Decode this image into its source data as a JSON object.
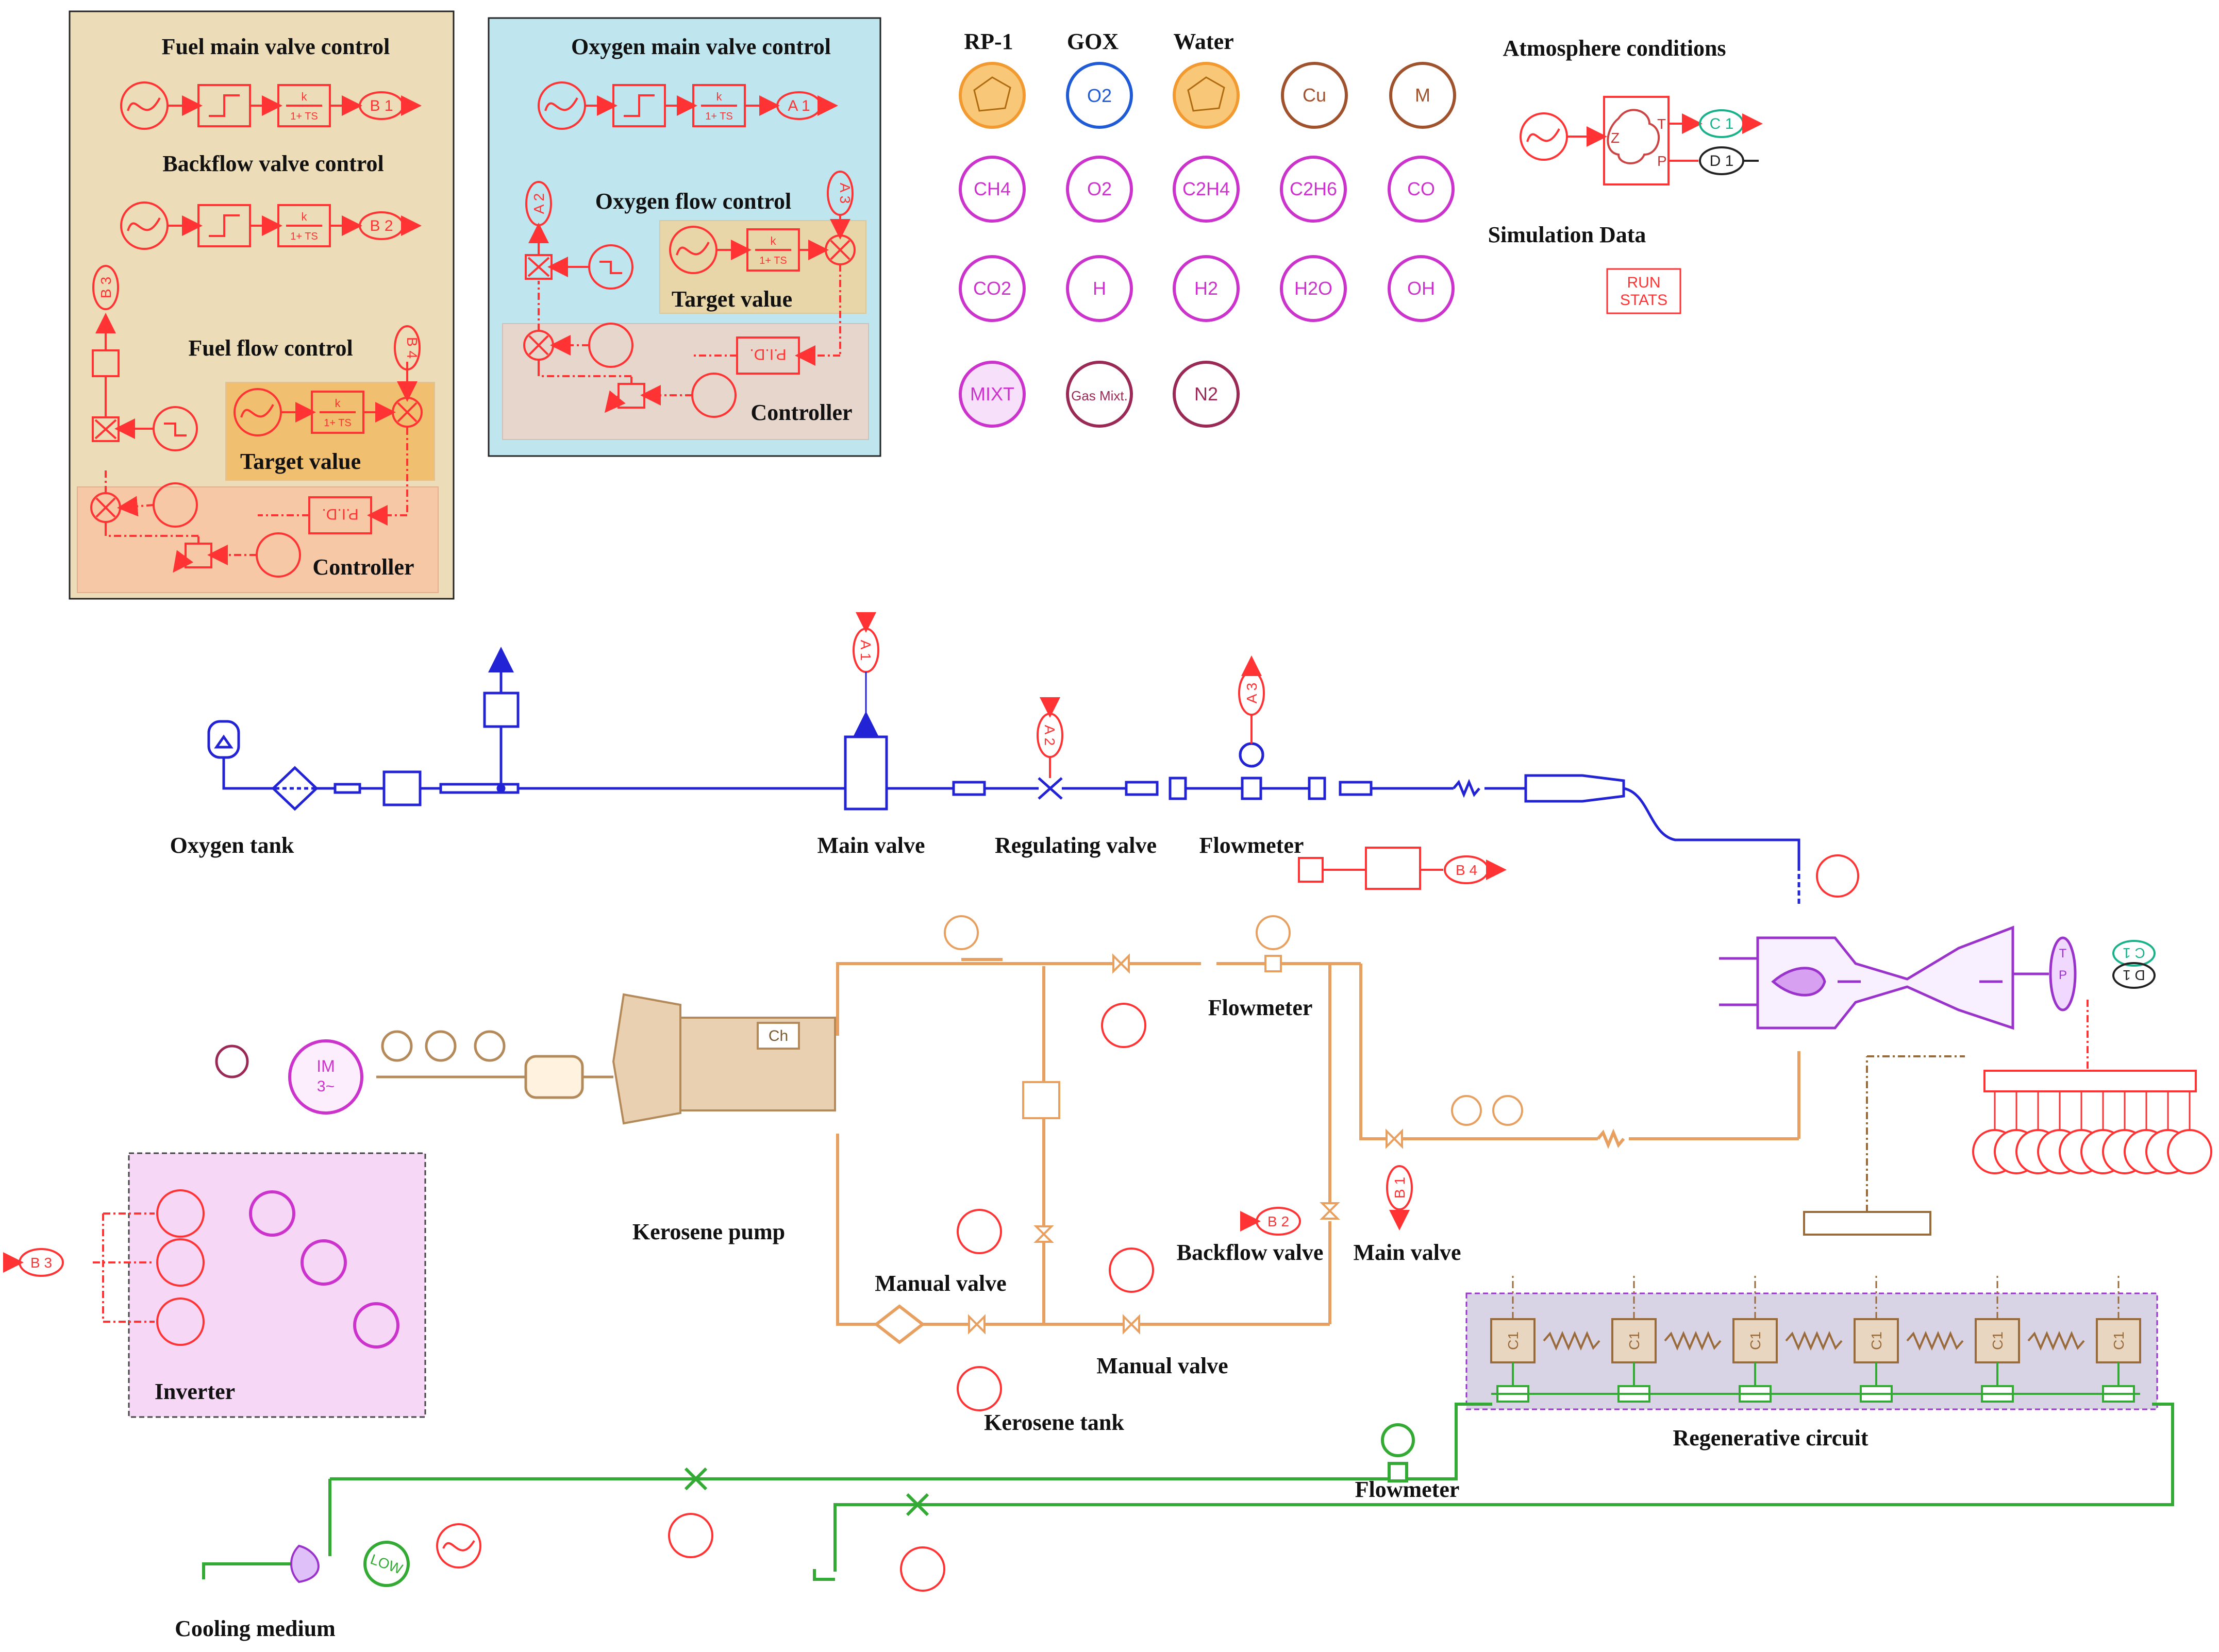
{
  "colors": {
    "oxygen": "#2323d6",
    "kerosene": "#e8a060",
    "kerosene_dark": "#d08a32",
    "signal": "#ff3333",
    "electric": "#cc33cc",
    "cooling": "#33aa33",
    "mechanical": "#b58a5a",
    "thermal": "#9a6b3a",
    "panel_fuel_bg": "#ecdcb8",
    "panel_oxygen_bg": "#bfe6ee",
    "target_bg": "#f0c070",
    "controller_bg": "#f6c8a6",
    "controller_ox_bg": "#e6d6cc",
    "inverter_bg": "#f6d8f6",
    "regen_bg": "#d8d4e6"
  },
  "fuel_panel": {
    "title_main": "Fuel main valve control",
    "title_backflow": "Backflow valve control",
    "title_flow": "Fuel flow control",
    "target_label": "Target value",
    "controller_label": "Controller",
    "out_b1": "B 1",
    "out_b2": "B 2",
    "tag_b3": "B 3",
    "tag_b4": "B 4",
    "k_label": "k",
    "lag_label": "1+ TS",
    "pid_label": "P.I.D."
  },
  "oxygen_panel": {
    "title_main": "Oxygen main valve control",
    "title_flow": "Oxygen flow control",
    "target_label": "Target value",
    "controller_label": "Controller",
    "out_a1": "A 1",
    "tag_a2": "A 2",
    "tag_a3": "A 3",
    "pid_label": "P.I.D."
  },
  "species": {
    "header_rp1": "RP-1",
    "header_gox": "GOX",
    "header_water": "Water",
    "row1": [
      "Cu",
      "M"
    ],
    "row2": [
      "CH4",
      "O2",
      "C2H4",
      "C2H6",
      "CO"
    ],
    "row3": [
      "CO2",
      "H",
      "H2",
      "H2O",
      "OH"
    ],
    "row4": [
      "MIXT",
      "Gas Mixt.",
      "N2"
    ],
    "gox_symbol": "O2"
  },
  "atmosphere": {
    "title": "Atmosphere conditions",
    "out_c1": "C 1",
    "out_d1": "D 1",
    "port_t": "T",
    "port_p": "P",
    "port_z": "Z"
  },
  "simulation": {
    "title": "Simulation Data",
    "run_stats": [
      "RUN",
      "STATS"
    ]
  },
  "oxygen_line": {
    "tank": "Oxygen tank",
    "main_valve": "Main valve",
    "regulating_valve": "Regulating valve",
    "flowmeter": "Flowmeter",
    "tag_a1": "A 1",
    "tag_a2": "A 2",
    "tag_a3": "A 3"
  },
  "kerosene_line": {
    "pump": "Kerosene pump",
    "flowmeter": "Flowmeter",
    "manual_valve_1": "Manual valve",
    "manual_valve_2": "Manual valve",
    "backflow_valve": "Backflow valve",
    "main_valve": "Main valve",
    "tank": "Kerosene tank",
    "tag_b1": "B 1",
    "tag_b2": "B 2",
    "tag_b4": "B 4",
    "pump_ch": "Ch",
    "inverter": "Inverter",
    "tag_b3": "B 3",
    "motor": "IM",
    "motor_phase": "3~"
  },
  "cooling": {
    "label": "Cooling medium",
    "flowmeter": "Flowmeter",
    "regen": "Regenerative circuit",
    "low": "LOW",
    "c1": "C1"
  },
  "engine": {
    "out_c1": "C 1",
    "out_d1": "D 1",
    "port_t": "T",
    "port_p": "P"
  }
}
